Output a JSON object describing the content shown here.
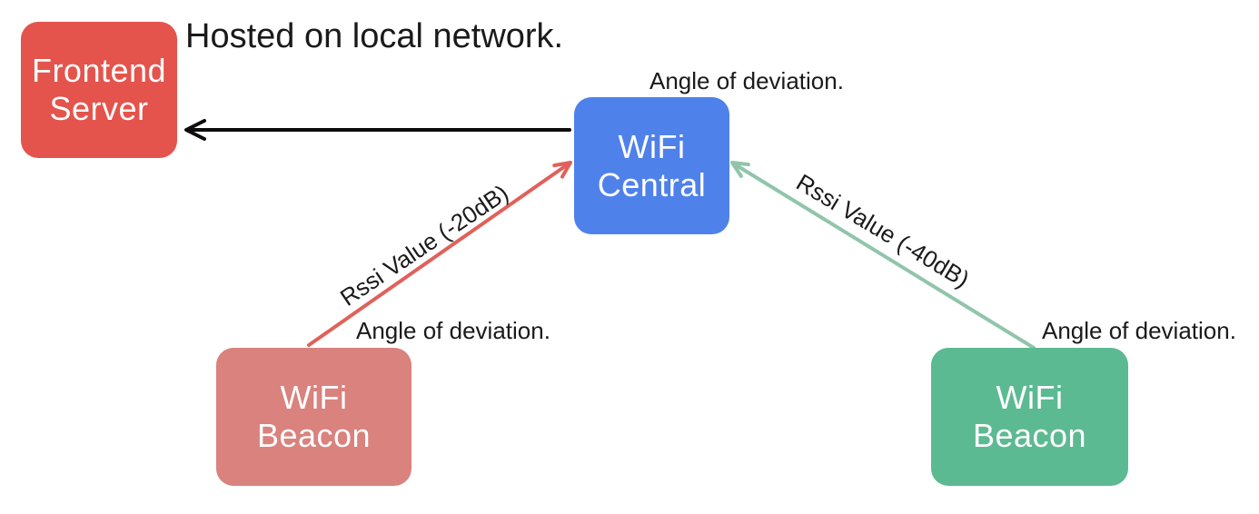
{
  "canvas": {
    "background": "#ffffff",
    "ink": "#1a1a1a"
  },
  "notes": {
    "hosted": "Hosted on local network.",
    "angle_central": "Angle of deviation.",
    "angle_left": "Angle of deviation.",
    "angle_right": "Angle of deviation."
  },
  "nodes": {
    "frontend_server": {
      "label": "Frontend\nServer",
      "color": "#e4544c",
      "text_color": "#ffffff"
    },
    "wifi_central": {
      "label": "WiFi\nCentral",
      "color": "#4f81ea",
      "text_color": "#ffffff"
    },
    "wifi_beacon_left": {
      "label": "WiFi\nBeacon",
      "color": "#d9827e",
      "text_color": "#ffffff"
    },
    "wifi_beacon_right": {
      "label": "WiFi\nBeacon",
      "color": "#5cba92",
      "text_color": "#ffffff"
    }
  },
  "arrows": {
    "central_to_frontend": {
      "color": "#0c0c0c"
    },
    "rssi_left": {
      "label": "Rssi Value (-20dB)",
      "color": "#e0615a"
    },
    "rssi_right": {
      "label": "Rssi Value (-40dB)",
      "color": "#90c5ab"
    }
  }
}
